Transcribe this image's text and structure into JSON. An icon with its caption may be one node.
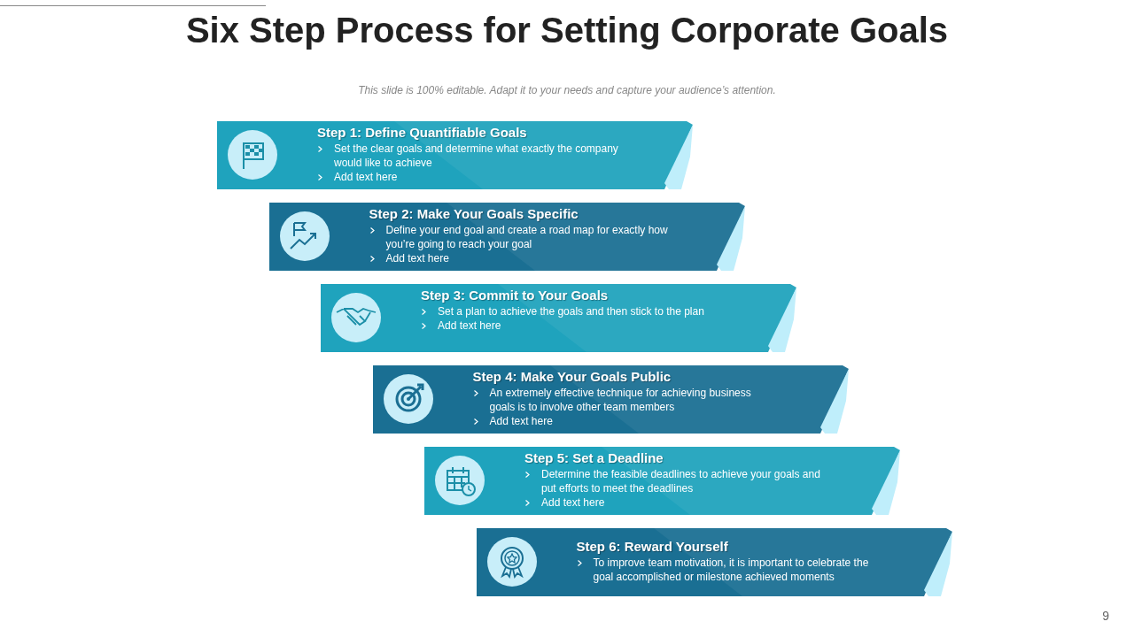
{
  "diagram": {
    "title": "Six Step Process for Setting Corporate Goals",
    "nodes": [
      {
        "text": [
          "Step 1: Define Quantifiable Goals",
          "Set the clear goals and determine what exactly the company would like to achieve",
          "Add text here"
        ]
      },
      {
        "text": [
          "Step 2: Make Your Goals Specific",
          "Define your end goal and create a road map for exactly how you’re going to reach your goal",
          "Add text here"
        ]
      },
      {
        "text": [
          "Step 3: Commit to Your Goals",
          "Set a plan to achieve the goals and then stick to the plan",
          "Add text here"
        ]
      },
      {
        "text": [
          "Step 4: Make Your Goals Public",
          "An extremely effective technique for achieving business goals is to involve other team members",
          "Add text here"
        ]
      },
      {
        "text": [
          "Step 5: Set a Deadline",
          "Determine the feasible deadlines to achieve your goals and put efforts to meet the deadlines",
          "Add text here"
        ]
      },
      {
        "text": [
          "Step 6: Reward Yourself",
          "To improve team motivation, it is important to celebrate the goal accomplished or milestone achieved moments"
        ]
      }
    ],
    "labels": [
      "This slide is 100% editable. Adapt it to your needs and capture your audience’s attention.",
      "9"
    ]
  }
}
